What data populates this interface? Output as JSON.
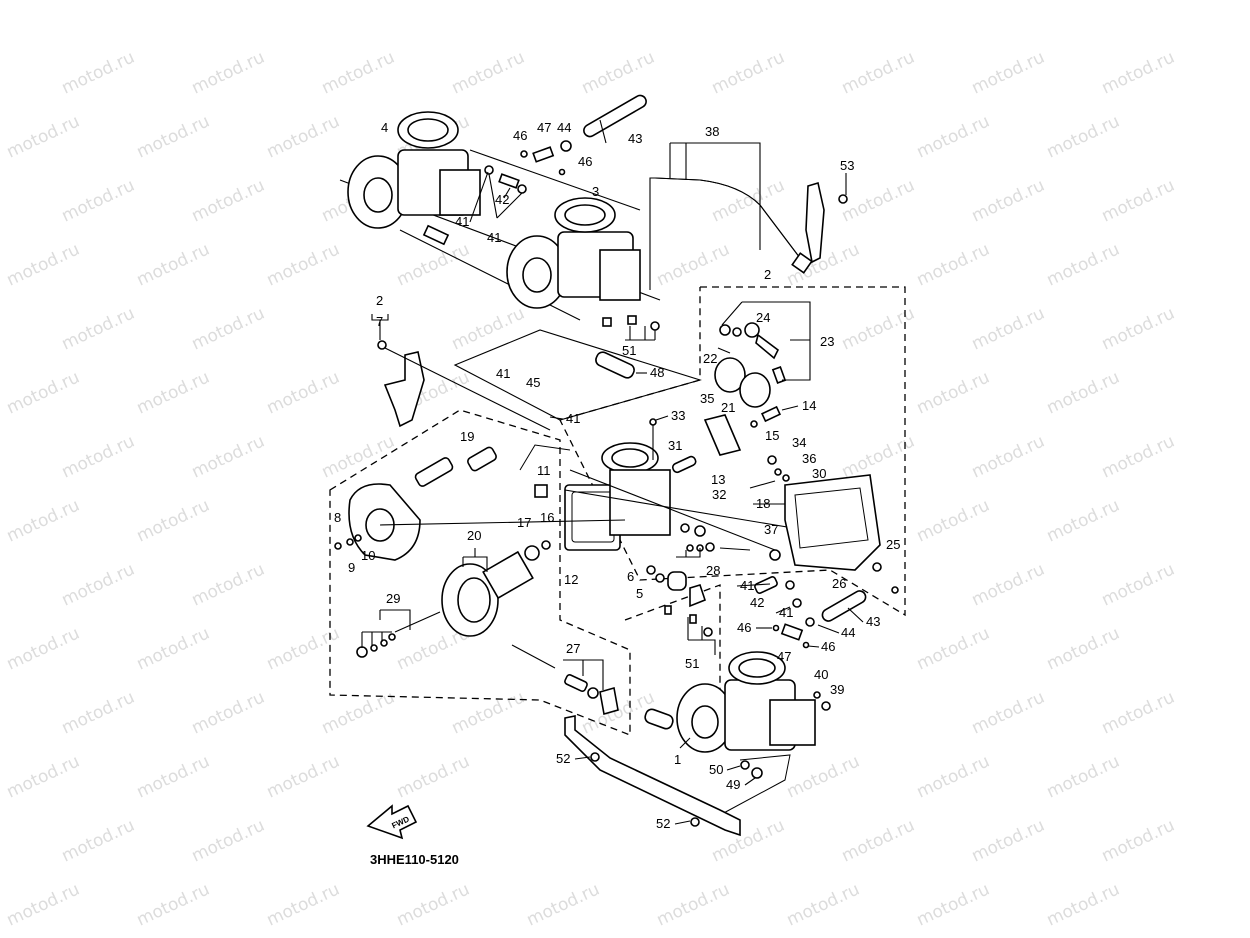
{
  "diagram": {
    "title": "Carburetor exploded parts diagram",
    "code_label": "3HHE110-5120",
    "direction_badge": "FWD",
    "watermark": "motod.ru",
    "labels": [
      {
        "id": "p1",
        "text": "1"
      },
      {
        "id": "p2a",
        "text": "2"
      },
      {
        "id": "p2b",
        "text": "2"
      },
      {
        "id": "p3",
        "text": "3"
      },
      {
        "id": "p4",
        "text": "4"
      },
      {
        "id": "p5",
        "text": "5"
      },
      {
        "id": "p6",
        "text": "6"
      },
      {
        "id": "p7",
        "text": "7"
      },
      {
        "id": "p8",
        "text": "8"
      },
      {
        "id": "p9",
        "text": "9"
      },
      {
        "id": "p10",
        "text": "10"
      },
      {
        "id": "p11",
        "text": "11"
      },
      {
        "id": "p12",
        "text": "12"
      },
      {
        "id": "p13",
        "text": "13"
      },
      {
        "id": "p14",
        "text": "14"
      },
      {
        "id": "p15",
        "text": "15"
      },
      {
        "id": "p16",
        "text": "16"
      },
      {
        "id": "p17",
        "text": "17"
      },
      {
        "id": "p18",
        "text": "18"
      },
      {
        "id": "p19",
        "text": "19"
      },
      {
        "id": "p20",
        "text": "20"
      },
      {
        "id": "p21",
        "text": "21"
      },
      {
        "id": "p22",
        "text": "22"
      },
      {
        "id": "p23",
        "text": "23"
      },
      {
        "id": "p24",
        "text": "24"
      },
      {
        "id": "p25",
        "text": "25"
      },
      {
        "id": "p26",
        "text": "26"
      },
      {
        "id": "p27",
        "text": "27"
      },
      {
        "id": "p28",
        "text": "28"
      },
      {
        "id": "p29",
        "text": "29"
      },
      {
        "id": "p30",
        "text": "30"
      },
      {
        "id": "p31",
        "text": "31"
      },
      {
        "id": "p32",
        "text": "32"
      },
      {
        "id": "p33",
        "text": "33"
      },
      {
        "id": "p34",
        "text": "34"
      },
      {
        "id": "p35",
        "text": "35"
      },
      {
        "id": "p36",
        "text": "36"
      },
      {
        "id": "p37",
        "text": "37"
      },
      {
        "id": "p38",
        "text": "38"
      },
      {
        "id": "p39",
        "text": "39"
      },
      {
        "id": "p40",
        "text": "40"
      },
      {
        "id": "p41a",
        "text": "41"
      },
      {
        "id": "p41b",
        "text": "41"
      },
      {
        "id": "p41c",
        "text": "41"
      },
      {
        "id": "p41d",
        "text": "41"
      },
      {
        "id": "p41e",
        "text": "41"
      },
      {
        "id": "p41f",
        "text": "41"
      },
      {
        "id": "p42a",
        "text": "42"
      },
      {
        "id": "p42b",
        "text": "42"
      },
      {
        "id": "p43a",
        "text": "43"
      },
      {
        "id": "p43b",
        "text": "43"
      },
      {
        "id": "p44a",
        "text": "44"
      },
      {
        "id": "p44b",
        "text": "44"
      },
      {
        "id": "p45",
        "text": "45"
      },
      {
        "id": "p46a",
        "text": "46"
      },
      {
        "id": "p46b",
        "text": "46"
      },
      {
        "id": "p46c",
        "text": "46"
      },
      {
        "id": "p46d",
        "text": "46"
      },
      {
        "id": "p47a",
        "text": "47"
      },
      {
        "id": "p47b",
        "text": "47"
      },
      {
        "id": "p48",
        "text": "48"
      },
      {
        "id": "p49",
        "text": "49"
      },
      {
        "id": "p50",
        "text": "50"
      },
      {
        "id": "p51a",
        "text": "51"
      },
      {
        "id": "p51b",
        "text": "51"
      },
      {
        "id": "p52a",
        "text": "52"
      },
      {
        "id": "p52b",
        "text": "52"
      },
      {
        "id": "p53",
        "text": "53"
      }
    ]
  }
}
